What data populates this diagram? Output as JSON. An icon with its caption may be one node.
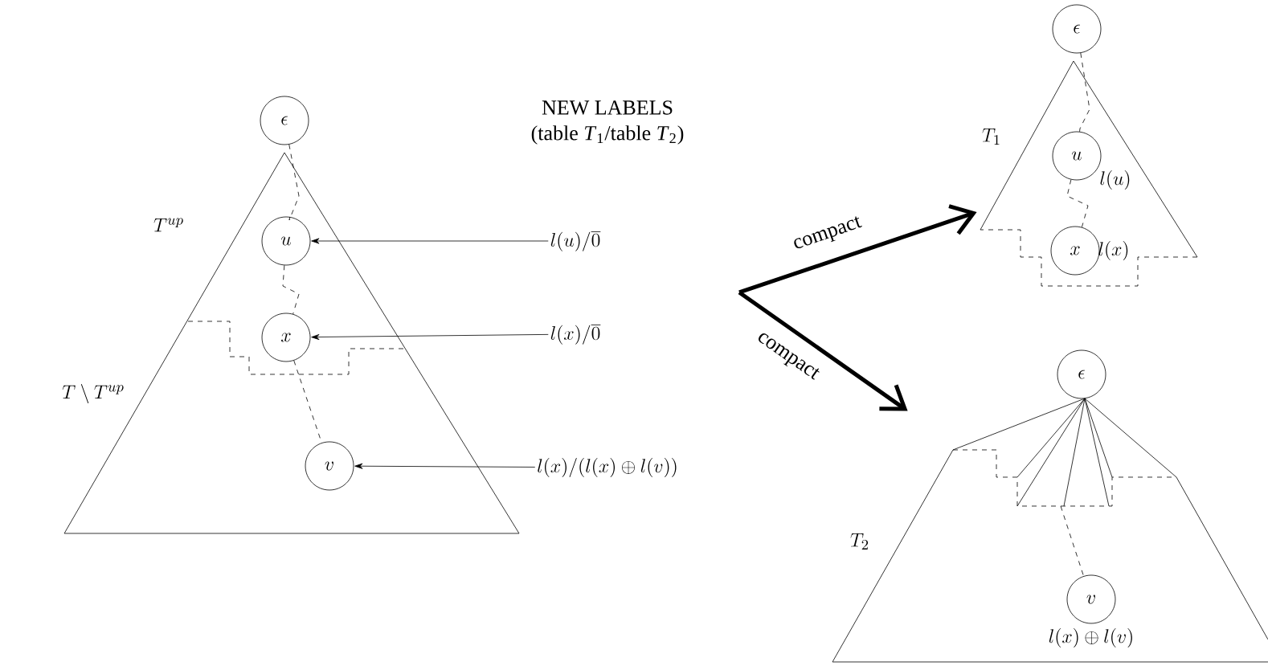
{
  "diagram": {
    "nodes": [
      {
        "text": [
          "\\epsilon"
        ]
      },
      {
        "text": [],
        "shape": "triangle"
      },
      {
        "text": [
          "u"
        ],
        "in": 1
      },
      {
        "text": [
          "x"
        ],
        "in": 1
      },
      {
        "text": [
          "v"
        ],
        "in": 1
      },
      {
        "text": [
          "l(u)/\\overline{0}"
        ]
      },
      {
        "text": [
          "l(x)/\\overline{0}"
        ]
      },
      {
        "text": [
          "l(x)/(l(x)\\oplus l(v))"
        ]
      },
      {
        "text": [
          "\\epsilon"
        ]
      },
      {
        "text": [],
        "shape": "triangle"
      },
      {
        "text": [
          "u"
        ],
        "in": 9,
        "beside": [
          "l(u)"
        ]
      },
      {
        "text": [
          "x"
        ],
        "in": 9,
        "beside": [
          "l(x)"
        ]
      },
      {
        "text": [
          "\\epsilon"
        ]
      },
      {
        "text": [],
        "shape": "triangle"
      },
      {
        "text": [
          "v"
        ],
        "in": 13,
        "beside": [
          "l(x)\\oplus l(v)"
        ]
      }
    ],
    "edges": [
      {
        "from": 0,
        "to": 2,
        "arrow": "none",
        "style": "dashed"
      },
      {
        "from": 2,
        "to": 3,
        "arrow": "none",
        "style": "dashed"
      },
      {
        "from": 3,
        "to": 4,
        "arrow": "none",
        "style": "dashed"
      },
      {
        "from": 5,
        "to": 2,
        "arrow": "to"
      },
      {
        "from": 6,
        "to": 3,
        "arrow": "to"
      },
      {
        "from": 7,
        "to": 4,
        "arrow": "to"
      },
      {
        "from": null,
        "to": 9,
        "arrow": "to",
        "style": "thick",
        "label": "compact"
      },
      {
        "from": null,
        "to": 13,
        "arrow": "to",
        "style": "thick",
        "label": "compact"
      },
      {
        "from": 8,
        "to": 10,
        "arrow": "none",
        "style": "dashed"
      },
      {
        "from": 10,
        "to": 11,
        "arrow": "none",
        "style": "dashed"
      },
      {
        "from": null,
        "to": 14,
        "arrow": "none",
        "style": "dashed"
      }
    ],
    "labels": [
      "NEW LABELS",
      "(table *T*$_{1}$/table *T*$_{2}$)",
      "T^{up}",
      "T\\setminus T^{up}",
      "T_1",
      "T_2"
    ]
  }
}
